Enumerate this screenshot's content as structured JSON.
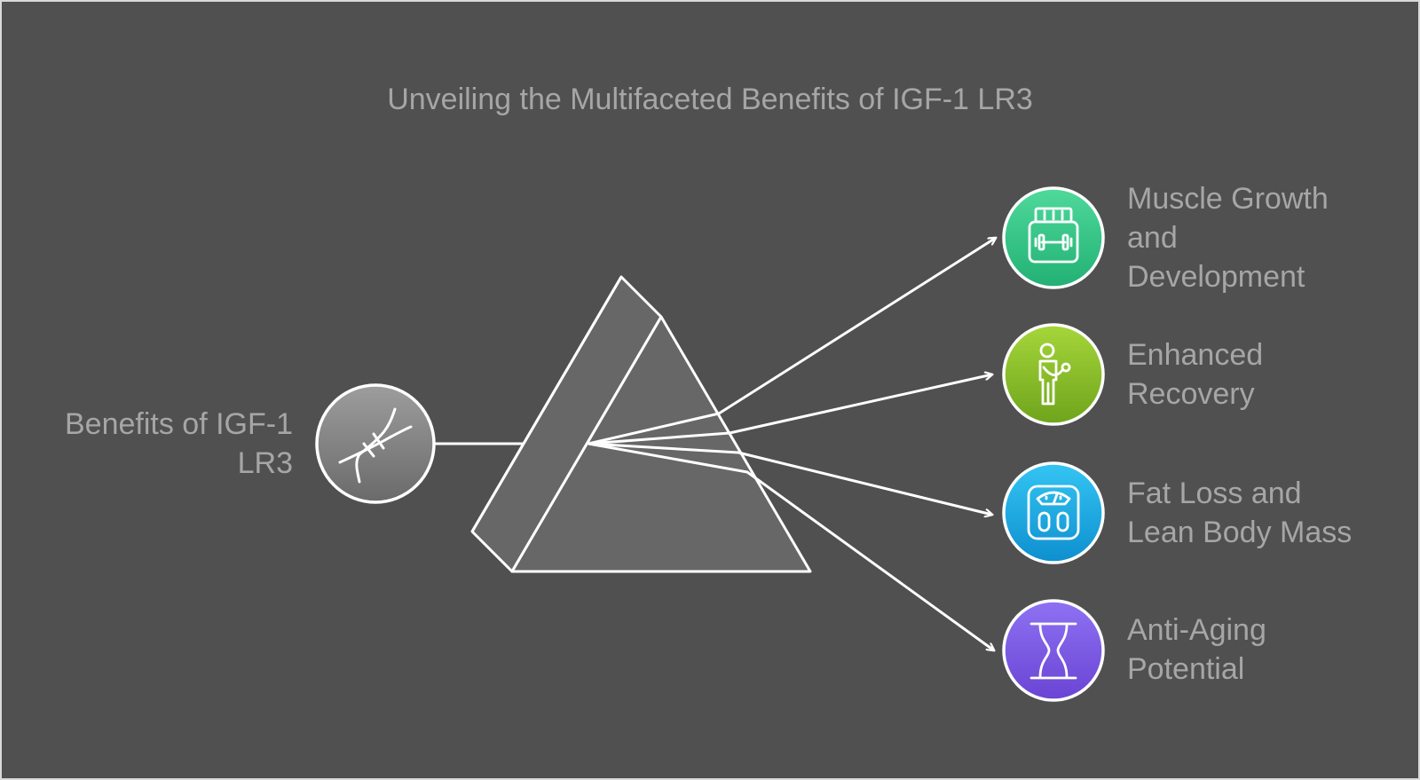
{
  "diagram": {
    "title": "Unveiling the Multifaceted Benefits of IGF-1 LR3",
    "source": {
      "label": "Benefits of IGF-1\nLR3",
      "icon": "dna-icon"
    },
    "outputs": [
      {
        "label": "Muscle Growth\nand\nDevelopment",
        "icon": "supplement-jar-icon",
        "color_top": "#4fd99b",
        "color_bottom": "#22b074"
      },
      {
        "label": "Enhanced\nRecovery",
        "icon": "person-recovery-icon",
        "color_top": "#a6d63a",
        "color_bottom": "#6ea41c"
      },
      {
        "label": "Fat Loss and\nLean Body Mass",
        "icon": "bathroom-scale-icon",
        "color_top": "#34c5f3",
        "color_bottom": "#0e8fcf"
      },
      {
        "label": "Anti-Aging\nPotential",
        "icon": "hourglass-icon",
        "color_top": "#8e72f3",
        "color_bottom": "#6a44d4"
      }
    ]
  },
  "colors": {
    "background": "#505050",
    "outer_border": "#d9d9d9",
    "text": "#a6a6a6",
    "line": "#ffffff",
    "prism_fill": "#676767",
    "source_circle_top": "#9d9d9d",
    "source_circle_bottom": "#6a6a6a"
  }
}
